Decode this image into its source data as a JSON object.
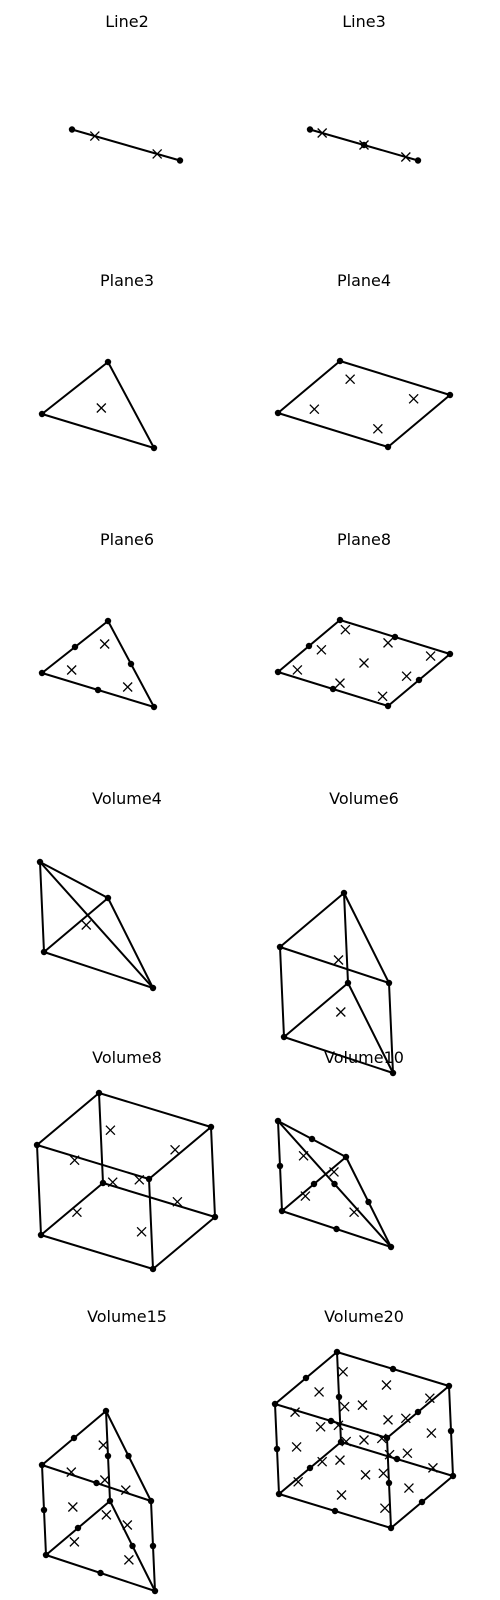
{
  "figure": {
    "panels": [
      {
        "title": "Line2",
        "nodes": [
          [
            -0.5,
            0,
            0
          ],
          [
            0.5,
            0,
            0
          ]
        ],
        "edges": [
          [
            0,
            1
          ]
        ],
        "gauss": [
          [
            -0.2887,
            0,
            0
          ],
          [
            0.2887,
            0,
            0
          ]
        ]
      },
      {
        "title": "Line3",
        "nodes": [
          [
            -0.5,
            0,
            0
          ],
          [
            0,
            0,
            0
          ],
          [
            0.5,
            0,
            0
          ]
        ],
        "edges": [
          [
            0,
            1
          ],
          [
            1,
            2
          ]
        ],
        "gauss": [
          [
            -0.3873,
            0,
            0
          ],
          [
            0,
            0,
            0
          ],
          [
            0.3873,
            0,
            0
          ]
        ]
      },
      {
        "title": "Plane3",
        "nodes": [
          [
            0,
            0,
            0
          ],
          [
            1,
            0,
            0
          ],
          [
            0,
            1,
            0
          ]
        ],
        "edges": [
          [
            0,
            1
          ],
          [
            1,
            2
          ],
          [
            2,
            0
          ]
        ],
        "gauss": [
          [
            0.3333,
            0.3333,
            0
          ]
        ]
      },
      {
        "title": "Plane4",
        "nodes": [
          [
            -1,
            -1,
            0
          ],
          [
            1,
            -1,
            0
          ],
          [
            1,
            1,
            0
          ],
          [
            -1,
            1,
            0
          ]
        ],
        "edges": [
          [
            0,
            1
          ],
          [
            1,
            2
          ],
          [
            2,
            3
          ],
          [
            3,
            0
          ]
        ],
        "gauss": [
          [
            -0.5774,
            -0.5774,
            0
          ],
          [
            0.5774,
            -0.5774,
            0
          ],
          [
            0.5774,
            0.5774,
            0
          ],
          [
            -0.5774,
            0.5774,
            0
          ]
        ]
      },
      {
        "title": "Plane6",
        "nodes": [
          [
            0,
            0,
            0
          ],
          [
            1,
            0,
            0
          ],
          [
            0,
            1,
            0
          ],
          [
            0.5,
            0,
            0
          ],
          [
            0.5,
            0.5,
            0
          ],
          [
            0,
            0.5,
            0
          ]
        ],
        "edges": [
          [
            0,
            1
          ],
          [
            1,
            2
          ],
          [
            2,
            0
          ]
        ],
        "gauss": [
          [
            0.1667,
            0.1667,
            0
          ],
          [
            0.6667,
            0.1667,
            0
          ],
          [
            0.1667,
            0.6667,
            0
          ]
        ]
      },
      {
        "title": "Plane8",
        "nodes": [
          [
            -1,
            -1,
            0
          ],
          [
            1,
            -1,
            0
          ],
          [
            1,
            1,
            0
          ],
          [
            -1,
            1,
            0
          ],
          [
            0,
            -1,
            0
          ],
          [
            1,
            0,
            0
          ],
          [
            0,
            1,
            0
          ],
          [
            -1,
            0,
            0
          ]
        ],
        "edges": [
          [
            0,
            1
          ],
          [
            1,
            2
          ],
          [
            2,
            3
          ],
          [
            3,
            0
          ]
        ],
        "gauss": [
          [
            -0.7746,
            -0.7746,
            0
          ],
          [
            0,
            -0.7746,
            0
          ],
          [
            0.7746,
            -0.7746,
            0
          ],
          [
            -0.7746,
            0,
            0
          ],
          [
            0,
            0,
            0
          ],
          [
            0.7746,
            0,
            0
          ],
          [
            -0.7746,
            0.7746,
            0
          ],
          [
            0,
            0.7746,
            0
          ],
          [
            0.7746,
            0.7746,
            0
          ]
        ]
      },
      {
        "title": "Volume4",
        "nodes": [
          [
            0,
            0,
            0
          ],
          [
            1,
            0,
            0
          ],
          [
            0,
            1,
            0
          ],
          [
            0,
            0,
            1
          ]
        ],
        "edges": [
          [
            0,
            1
          ],
          [
            1,
            2
          ],
          [
            2,
            0
          ],
          [
            0,
            3
          ],
          [
            1,
            3
          ],
          [
            2,
            3
          ]
        ],
        "gauss": [
          [
            0.25,
            0.25,
            0.25
          ]
        ]
      },
      {
        "title": "Volume6",
        "nodes": [
          [
            0,
            0,
            -1
          ],
          [
            1,
            0,
            -1
          ],
          [
            0,
            1,
            -1
          ],
          [
            0,
            0,
            1
          ],
          [
            1,
            0,
            1
          ],
          [
            0,
            1,
            1
          ]
        ],
        "edges": [
          [
            0,
            1
          ],
          [
            1,
            2
          ],
          [
            2,
            0
          ],
          [
            3,
            4
          ],
          [
            4,
            5
          ],
          [
            5,
            3
          ],
          [
            0,
            3
          ],
          [
            1,
            4
          ],
          [
            2,
            5
          ]
        ],
        "gauss": [
          [
            0.3333,
            0.3333,
            -0.5774
          ],
          [
            0.3333,
            0.3333,
            0.5774
          ]
        ]
      },
      {
        "title": "Volume8",
        "nodes": [
          [
            -1,
            -1,
            -1
          ],
          [
            1,
            -1,
            -1
          ],
          [
            1,
            1,
            -1
          ],
          [
            -1,
            1,
            -1
          ],
          [
            -1,
            -1,
            1
          ],
          [
            1,
            -1,
            1
          ],
          [
            1,
            1,
            1
          ],
          [
            -1,
            1,
            1
          ]
        ],
        "edges": [
          [
            0,
            1
          ],
          [
            1,
            2
          ],
          [
            2,
            3
          ],
          [
            3,
            0
          ],
          [
            4,
            5
          ],
          [
            5,
            6
          ],
          [
            6,
            7
          ],
          [
            7,
            4
          ],
          [
            0,
            4
          ],
          [
            1,
            5
          ],
          [
            2,
            6
          ],
          [
            3,
            7
          ]
        ],
        "gauss": [
          [
            -0.5774,
            -0.5774,
            -0.5774
          ],
          [
            0.5774,
            -0.5774,
            -0.5774
          ],
          [
            0.5774,
            0.5774,
            -0.5774
          ],
          [
            -0.5774,
            0.5774,
            -0.5774
          ],
          [
            -0.5774,
            -0.5774,
            0.5774
          ],
          [
            0.5774,
            -0.5774,
            0.5774
          ],
          [
            0.5774,
            0.5774,
            0.5774
          ],
          [
            -0.5774,
            0.5774,
            0.5774
          ]
        ]
      },
      {
        "title": "Volume10",
        "nodes": [
          [
            0,
            0,
            0
          ],
          [
            1,
            0,
            0
          ],
          [
            0,
            1,
            0
          ],
          [
            0,
            0,
            1
          ],
          [
            0.5,
            0,
            0
          ],
          [
            0.5,
            0.5,
            0
          ],
          [
            0,
            0.5,
            0
          ],
          [
            0,
            0,
            0.5
          ],
          [
            0.5,
            0,
            0.5
          ],
          [
            0,
            0.5,
            0.5
          ]
        ],
        "edges": [
          [
            0,
            1
          ],
          [
            1,
            2
          ],
          [
            2,
            0
          ],
          [
            0,
            3
          ],
          [
            1,
            3
          ],
          [
            2,
            3
          ]
        ],
        "gauss": [
          [
            0.1382,
            0.1382,
            0.1382
          ],
          [
            0.5854,
            0.1382,
            0.1382
          ],
          [
            0.1382,
            0.5854,
            0.1382
          ],
          [
            0.1382,
            0.1382,
            0.5854
          ]
        ]
      },
      {
        "title": "Volume15",
        "nodes": [
          [
            0,
            0,
            -1
          ],
          [
            1,
            0,
            -1
          ],
          [
            0,
            1,
            -1
          ],
          [
            0,
            0,
            1
          ],
          [
            1,
            0,
            1
          ],
          [
            0,
            1,
            1
          ],
          [
            0.5,
            0,
            -1
          ],
          [
            0.5,
            0.5,
            -1
          ],
          [
            0,
            0.5,
            -1
          ],
          [
            0.5,
            0,
            1
          ],
          [
            0.5,
            0.5,
            1
          ],
          [
            0,
            0.5,
            1
          ],
          [
            0,
            0,
            0
          ],
          [
            1,
            0,
            0
          ],
          [
            0,
            1,
            0
          ]
        ],
        "edges": [
          [
            0,
            1
          ],
          [
            1,
            2
          ],
          [
            2,
            0
          ],
          [
            3,
            4
          ],
          [
            4,
            5
          ],
          [
            5,
            3
          ],
          [
            0,
            3
          ],
          [
            1,
            4
          ],
          [
            2,
            5
          ]
        ],
        "gauss": [
          [
            0.1667,
            0.1667,
            -0.7746
          ],
          [
            0.6667,
            0.1667,
            -0.7746
          ],
          [
            0.1667,
            0.6667,
            -0.7746
          ],
          [
            0.1667,
            0.1667,
            0
          ],
          [
            0.6667,
            0.1667,
            0
          ],
          [
            0.1667,
            0.6667,
            0
          ],
          [
            0.1667,
            0.1667,
            0.7746
          ],
          [
            0.6667,
            0.1667,
            0.7746
          ],
          [
            0.1667,
            0.6667,
            0.7746
          ]
        ]
      },
      {
        "title": "Volume20",
        "nodes": [
          [
            -1,
            -1,
            -1
          ],
          [
            1,
            -1,
            -1
          ],
          [
            1,
            1,
            -1
          ],
          [
            -1,
            1,
            -1
          ],
          [
            -1,
            -1,
            1
          ],
          [
            1,
            -1,
            1
          ],
          [
            1,
            1,
            1
          ],
          [
            -1,
            1,
            1
          ],
          [
            0,
            -1,
            -1
          ],
          [
            1,
            0,
            -1
          ],
          [
            0,
            1,
            -1
          ],
          [
            -1,
            0,
            -1
          ],
          [
            0,
            -1,
            1
          ],
          [
            1,
            0,
            1
          ],
          [
            0,
            1,
            1
          ],
          [
            -1,
            0,
            1
          ],
          [
            -1,
            -1,
            0
          ],
          [
            1,
            -1,
            0
          ],
          [
            1,
            1,
            0
          ],
          [
            -1,
            1,
            0
          ]
        ],
        "edges": [
          [
            0,
            1
          ],
          [
            1,
            2
          ],
          [
            2,
            3
          ],
          [
            3,
            0
          ],
          [
            4,
            5
          ],
          [
            5,
            6
          ],
          [
            6,
            7
          ],
          [
            7,
            4
          ],
          [
            0,
            4
          ],
          [
            1,
            5
          ],
          [
            2,
            6
          ],
          [
            3,
            7
          ]
        ],
        "gauss": [
          [
            -0.7746,
            -0.7746,
            -0.7746
          ],
          [
            0,
            -0.7746,
            -0.7746
          ],
          [
            0.7746,
            -0.7746,
            -0.7746
          ],
          [
            -0.7746,
            0,
            -0.7746
          ],
          [
            0,
            0,
            -0.7746
          ],
          [
            0.7746,
            0,
            -0.7746
          ],
          [
            -0.7746,
            0.7746,
            -0.7746
          ],
          [
            0,
            0.7746,
            -0.7746
          ],
          [
            0.7746,
            0.7746,
            -0.7746
          ],
          [
            -0.7746,
            -0.7746,
            0
          ],
          [
            0,
            -0.7746,
            0
          ],
          [
            0.7746,
            -0.7746,
            0
          ],
          [
            -0.7746,
            0,
            0
          ],
          [
            0,
            0,
            0
          ],
          [
            0.7746,
            0,
            0
          ],
          [
            -0.7746,
            0.7746,
            0
          ],
          [
            0,
            0.7746,
            0
          ],
          [
            0.7746,
            0.7746,
            0
          ],
          [
            -0.7746,
            -0.7746,
            0.7746
          ],
          [
            0,
            -0.7746,
            0.7746
          ],
          [
            0.7746,
            -0.7746,
            0.7746
          ],
          [
            -0.7746,
            0,
            0.7746
          ],
          [
            0,
            0,
            0.7746
          ],
          [
            0.7746,
            0,
            0.7746
          ],
          [
            -0.7746,
            0.7746,
            0.7746
          ],
          [
            0,
            0.7746,
            0.7746
          ],
          [
            0.7746,
            0.7746,
            0.7746
          ]
        ]
      }
    ]
  }
}
